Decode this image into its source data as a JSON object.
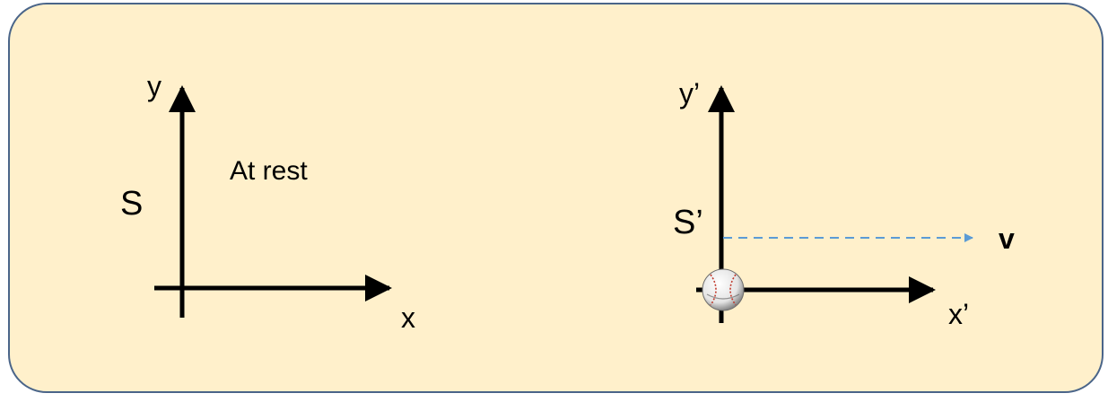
{
  "frame_left": {
    "name": "S",
    "y_axis": "y",
    "x_axis": "x",
    "state": "At rest"
  },
  "frame_right": {
    "name": "S’",
    "y_axis": "y’",
    "x_axis": "x’",
    "velocity": "v"
  },
  "colors": {
    "panel_fill": "#FFF0CB",
    "panel_border": "#4A6589",
    "axis": "#000000",
    "velocity_arrow": "#5B9BD5"
  }
}
